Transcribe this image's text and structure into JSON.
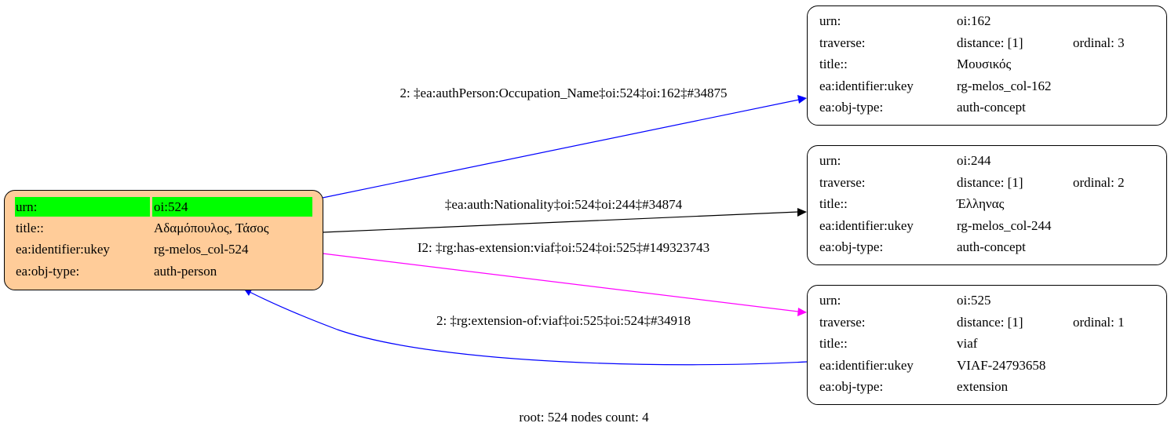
{
  "root_node": {
    "fill": "#ffcc99",
    "highlight": "#00ff00",
    "rows": [
      {
        "key": "urn:",
        "value": "oi:524"
      },
      {
        "key": "title::",
        "value": "Αδαμόπουλος, Τάσος"
      },
      {
        "key": "ea:identifier:ukey",
        "value": "rg-melos_col-524"
      },
      {
        "key": "ea:obj-type:",
        "value": "auth-person"
      }
    ]
  },
  "nodes": [
    {
      "urn": "oi:162",
      "distance": "distance: [1]",
      "ordinal": "ordinal: 3",
      "title": "Μουσικός",
      "ukey": "rg-melos_col-162",
      "type": "auth-concept"
    },
    {
      "urn": "oi:244",
      "distance": "distance: [1]",
      "ordinal": "ordinal: 2",
      "title": "Έλληνας",
      "ukey": "rg-melos_col-244",
      "type": "auth-concept"
    },
    {
      "urn": "oi:525",
      "distance": "distance: [1]",
      "ordinal": "ordinal: 1",
      "title": "viaf",
      "ukey": "VIAF-24793658",
      "type": "extension"
    }
  ],
  "keys": {
    "urn": "urn:",
    "traverse": "traverse:",
    "title": "title::",
    "ukey": "ea:identifier:ukey",
    "type": "ea:obj-type:"
  },
  "edges": [
    {
      "label": "2: ‡ea:authPerson:Occupation_Name‡oi:524‡oi:162‡#34875",
      "color": "#0000ff"
    },
    {
      "label": "‡ea:auth:Nationality‡oi:524‡oi:244‡#34874",
      "color": "#000000"
    },
    {
      "label": "I2: ‡rg:has-extension:viaf‡oi:524‡oi:525‡#149323743",
      "color": "#ff00ff"
    },
    {
      "label": "2: ‡rg:extension-of:viaf‡oi:525‡oi:524‡#34918",
      "color": "#0000ff"
    }
  ],
  "footer": "root: 524 nodes count: 4"
}
